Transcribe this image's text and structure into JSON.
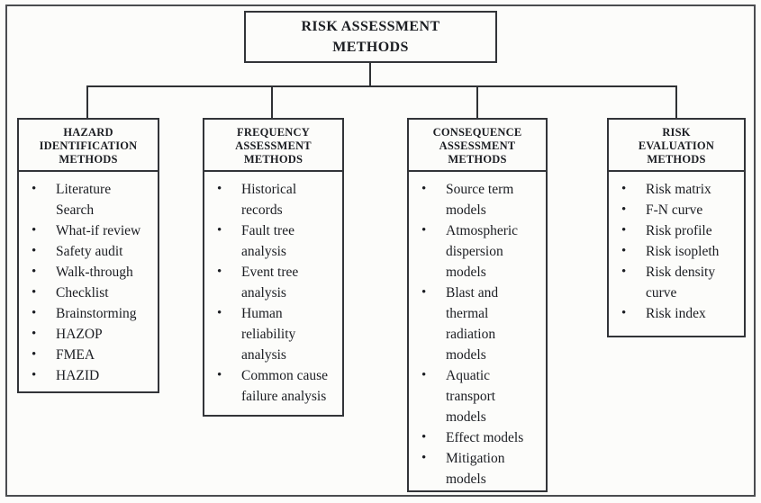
{
  "title": "RISK ASSESSMENT\nMETHODS",
  "bullet_glyph": "•",
  "colors": {
    "background": "#fcfcfa",
    "border": "#323438",
    "text": "#1b1d22"
  },
  "columns": [
    {
      "id": "hazard-identification",
      "header": "HAZARD\nIDENTIFICATION\nMETHODS",
      "items": [
        "Literature\nSearch",
        "What-if review",
        "Safety audit",
        "Walk-through",
        "Checklist",
        "Brainstorming",
        "HAZOP",
        "FMEA",
        "HAZID"
      ]
    },
    {
      "id": "frequency-assessment",
      "header": "FREQUENCY\nASSESSMENT\nMETHODS",
      "items": [
        "Historical\nrecords",
        "Fault tree\nanalysis",
        "Event tree\nanalysis",
        "Human\nreliability\nanalysis",
        "Common cause\nfailure analysis"
      ]
    },
    {
      "id": "consequence-assessment",
      "header": "CONSEQUENCE\nASSESSMENT\nMETHODS",
      "items": [
        "Source term\nmodels",
        "Atmospheric\ndispersion\nmodels",
        "Blast and\nthermal\nradiation\nmodels",
        "Aquatic\ntransport\nmodels",
        "Effect models",
        "Mitigation\nmodels"
      ]
    },
    {
      "id": "risk-evaluation",
      "header": "RISK\nEVALUATION\nMETHODS",
      "items": [
        "Risk matrix",
        "F-N curve",
        "Risk profile",
        "Risk isopleth",
        "Risk density\ncurve",
        "Risk index"
      ]
    }
  ]
}
